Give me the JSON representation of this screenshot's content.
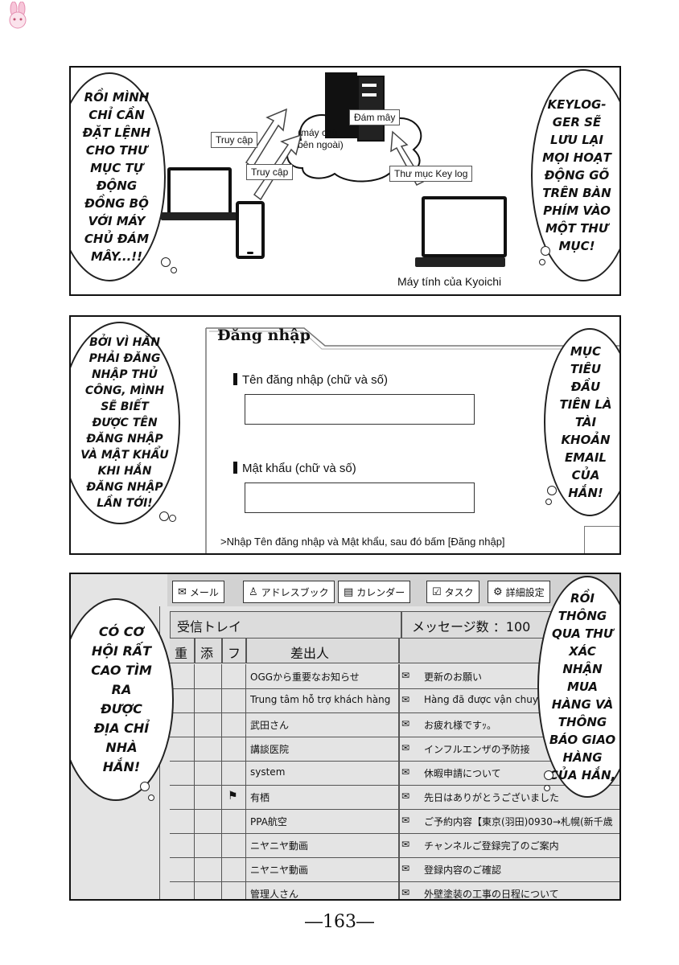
{
  "panel1": {
    "labels": {
      "cloud_server": "Đám mây",
      "external_server": "(máy chủ\nbên ngoài)",
      "access_1": "Truy cập",
      "access_2": "Truy cập",
      "keylog_folder": "Thư mục Key log",
      "kyoichi_pc": "Máy tính của Kyoichi"
    },
    "bubble_left": "RỒI MÌNH\nCHỈ CẦN\nĐẶT LỆNH\nCHO THƯ\nMỤC TỰ\nĐỘNG\nĐỒNG BỘ\nVỚI MÁY\nCHỦ ĐÁM\nMÂY...!!",
    "bubble_right": "KEYLOG-\nGER SẼ\nLƯU LẠI\nMỌI HOẠT\nĐỘNG GÕ\nTRÊN BÀN\nPHÍM VÀO\nMỘT THƯ\nMỤC!"
  },
  "panel2": {
    "form_title": "Đăng nhập",
    "username_label": "Tên đăng nhập (chữ và số)",
    "password_label": "Mật khẩu (chữ và số)",
    "instruction": ">Nhập Tên đăng nhập và Mật khẩu, sau đó bấm [Đăng nhập]",
    "bubble_left": "BỞI VÌ HẮN\nPHẢI ĐĂNG\nNHẬP THỦ\nCÔNG, MÌNH\nSẼ BIẾT\nĐƯỢC TÊN\nĐĂNG NHẬP\nVÀ MẬT KHẨU\nKHI HẮN\nĐĂNG NHẬP\nLẦN TỚI!",
    "bubble_right": "MỤC\nTIÊU\nĐẦU\nTIÊN LÀ\nTÀI\nKHOẢN\nEMAIL\nCỦA\nHẮN!"
  },
  "panel3": {
    "toolbar": {
      "mail": "メール",
      "addressbook": "アドレスブック",
      "calendar": "カレンダー",
      "task": "タスク",
      "settings": "詳細設定"
    },
    "inbox_title": "受信トレイ",
    "message_count": "メッセージ数 ：100",
    "columns": {
      "important": "重",
      "attach": "添",
      "flag": "フ",
      "sender": "差出人"
    },
    "rows": [
      {
        "sender": "OGGから重要なお知らせ",
        "subject": "更新のお願い"
      },
      {
        "sender": "Trung tâm hỗ trợ khách hàng",
        "subject": "Hàng đã được vận chuy"
      },
      {
        "sender": "武田さん",
        "subject": "お疲れ様ですｯ。"
      },
      {
        "sender": "講談医院",
        "subject": "インフルエンザの予防接"
      },
      {
        "sender": "system",
        "subject": "休暇申請について"
      },
      {
        "sender": "有栖",
        "subject": "先日はありがとうございました"
      },
      {
        "sender": "PPA航空",
        "subject": "ご予約内容【東京(羽田)0930→札幌(新千歳"
      },
      {
        "sender": "ニヤニヤ動画",
        "subject": "チャンネルご登録完了のご案内"
      },
      {
        "sender": "ニヤニヤ動画",
        "subject": "登録内容のご確認"
      },
      {
        "sender": "管理人さん",
        "subject": "外壁塗装の工事の日程について"
      }
    ],
    "bubble_left": "CÓ CƠ\nHỘI RẤT\nCAO TÌM\nRA\nĐƯỢC\nĐỊA CHỈ\nNHÀ\nHẮN!",
    "bubble_right": "RỒI\nTHÔNG\nQUA THƯ\nXÁC\nNHẬN\nMUA\nHÀNG VÀ\nTHÔNG\nBÁO GIAO\nHÀNG\nCỦA HẮN,"
  },
  "page_number": "―163―",
  "icons": {
    "logo": "bunny-logo-icon",
    "mail": "envelope-icon",
    "person": "person-icon",
    "calendar": "calendar-icon",
    "task": "checkbox-icon",
    "settings": "gear-icon",
    "flag": "flag-icon"
  }
}
